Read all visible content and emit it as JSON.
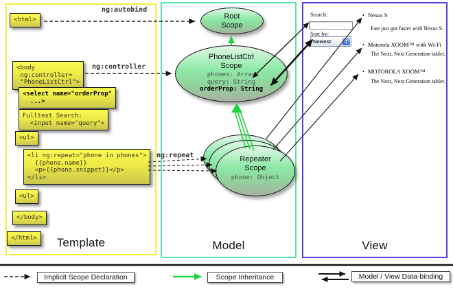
{
  "panels": {
    "template": "Template",
    "model": "Model",
    "view": "View"
  },
  "template": {
    "html_open": "<html>",
    "body_open": "<body\n ng:controller=\n \"PhoneListCtrl\">",
    "select_box": "<select name=\"orderProp\"\n  ...>",
    "fulltext_box": "Fulltext Search:\n  <input name=\"query\">",
    "ul_open": "<ul>",
    "li_repeat": "<li ng:repeat=\"phone in phones\">\n  {{phone.name}}\n  <p>{{phone.snippet}}</p>\n</li>",
    "ul_close": "<ul>",
    "body_close": "</body>",
    "html_close": "</html>"
  },
  "edges": {
    "autobind": "ng:autobind",
    "controller": "ng:controller",
    "repeat": "ng:repeat"
  },
  "model": {
    "root": {
      "title": "Root\nScope"
    },
    "phonelist": {
      "title": "PhoneListCtrl\nScope",
      "prop_phones": "phones: Array",
      "prop_query": "query: String",
      "prop_order": "orderProp: String"
    },
    "repeater": {
      "title": "Repeater\nScope",
      "prop_phone": "phone: Object"
    }
  },
  "view": {
    "search_label": "Search:",
    "sort_label": "Sort by:",
    "sort_value": "Newest",
    "bullet": "•",
    "items": [
      {
        "name": "Nexus S",
        "desc": "Fast just got faster with Nexus S."
      },
      {
        "name": "Motorola XOOM™ with Wi-Fi",
        "desc": "The Next, Next Generation tablet."
      },
      {
        "name": "MOTOROLA XOOM™",
        "desc": "The Next, Next Generation tablet."
      }
    ]
  },
  "legend": {
    "implicit": "Implicit Scope Declaration",
    "inheritance": "Scope Inheritance",
    "databinding": "Model / View Data-binding"
  },
  "colors": {
    "template_border": "#f3ee39",
    "model_border": "#56e6ab",
    "view_border": "#5140dd",
    "scope_arrow_green": "#1ed43e",
    "codebox_yellow": "#eeea46",
    "arrow_black": "#111111"
  }
}
